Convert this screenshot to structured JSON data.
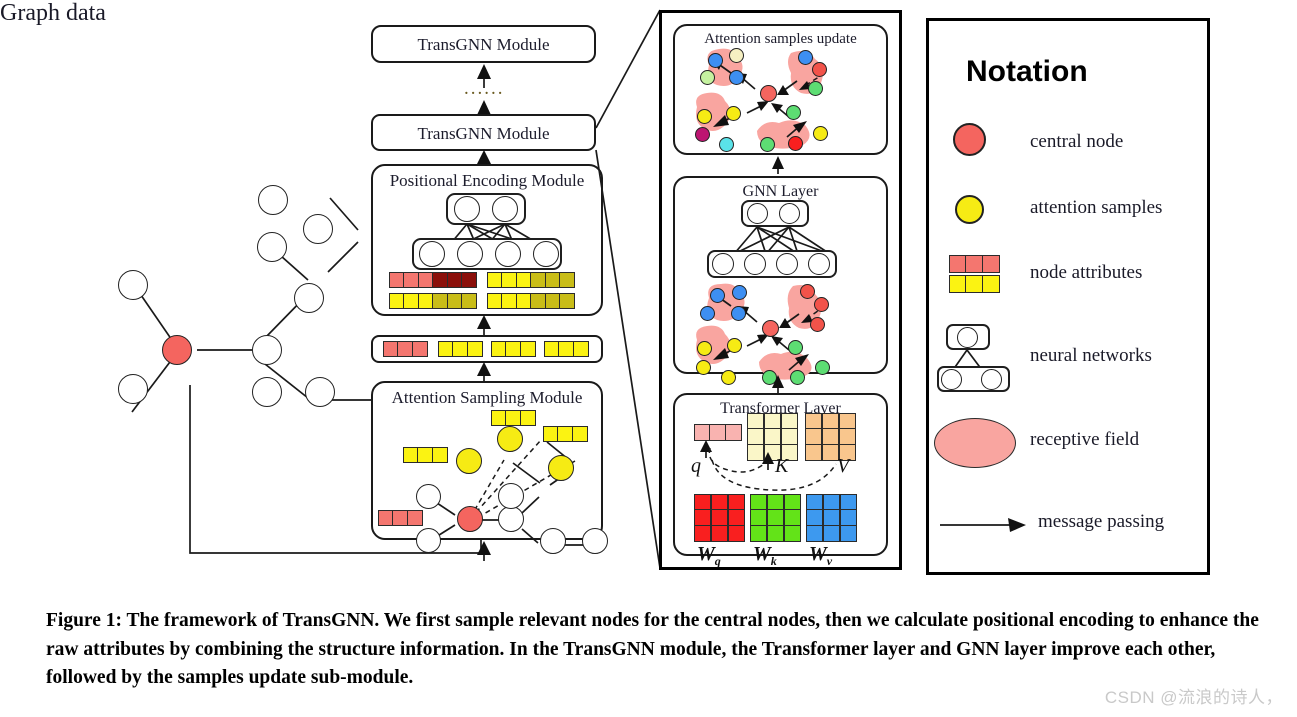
{
  "figure": {
    "caption": "Figure 1: The framework of TransGNN. We first sample relevant nodes for the central nodes, then we calculate positional encoding to enhance the raw attributes by combining the structure information. In the TransGNN module, the Transformer layer and GNN layer improve each other, followed by the samples update sub-module.",
    "watermark": "CSDN @流浪的诗人，"
  },
  "left": {
    "graph_data_label": "Graph data"
  },
  "pipeline": {
    "top_module_label": "TransGNN Module",
    "ellipsis": "......",
    "second_module_label": "TransGNN Module",
    "positional_encoding_label": "Positional Encoding Module",
    "attention_sampling_label": "Attention Sampling Module"
  },
  "detail": {
    "attention_samples_update_label": "Attention samples update",
    "gnn_layer_label": "GNN Layer",
    "transformer_layer_label": "Transformer Layer",
    "transformer": {
      "q_label": "q",
      "k_label": "K",
      "v_label": "V",
      "wq_label": "W",
      "wq_sub": "q",
      "wk_label": "W",
      "wk_sub": "k",
      "wv_label": "W",
      "wv_sub": "v"
    }
  },
  "notation": {
    "title": "Notation",
    "items": [
      {
        "key": "central-node",
        "label": "central node"
      },
      {
        "key": "attention-samples",
        "label": "attention samples"
      },
      {
        "key": "node-attributes",
        "label": "node attributes"
      },
      {
        "key": "neural-networks",
        "label": "neural networks"
      },
      {
        "key": "receptive-field",
        "label": "receptive field"
      },
      {
        "key": "message-passing",
        "label": "message passing"
      }
    ]
  },
  "colors": {
    "central_node": "#f4655f",
    "attention_sample": "#f6eb14",
    "receptive_field": "#f9a5a0",
    "node_attr_red": "#f4766f",
    "node_attr_dark_red": "#8b0f0a",
    "node_attr_yellow": "#fbf312",
    "node_attr_olive": "#c9bd18",
    "blue": "#3d8ff2",
    "green": "#5ddd73",
    "red": "#f23d2f",
    "wq": "#f91f1f",
    "wk": "#63e318",
    "wv": "#3d99ef",
    "q_light": "#f9b3b0",
    "k_light": "#faf6c8",
    "v_light": "#f9c68d",
    "outline": "#1a1a1a"
  }
}
